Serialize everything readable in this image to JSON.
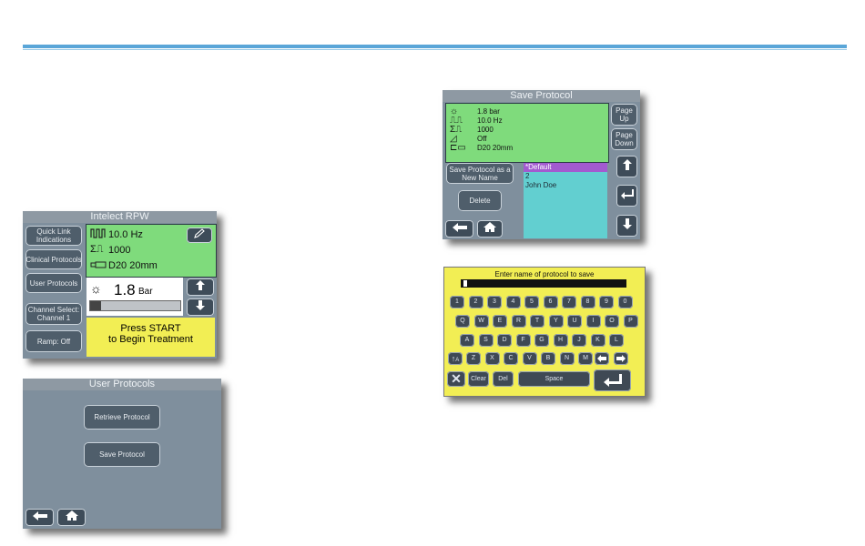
{
  "intelect": {
    "title": "Intelect RPW",
    "buttons": {
      "quick_link": "Quick Link Indications",
      "clinical": "Clinical Protocols",
      "user": "User Protocols",
      "channel_select": "Channel Select: Channel 1",
      "ramp": "Ramp: Off"
    },
    "freq": "10.0 Hz",
    "pulses": "1000",
    "transmitter": "D20 20mm",
    "pressure_value": "1.8",
    "pressure_unit": "Bar",
    "message_line1": "Press START",
    "message_line2": "to Begin Treatment"
  },
  "user_protocols": {
    "title": "User Protocols",
    "retrieve": "Retrieve Protocol",
    "save": "Save Protocol"
  },
  "save_protocol": {
    "title": "Save Protocol",
    "params": [
      "1.8 bar",
      "10.0 Hz",
      "1000",
      "Off",
      "D20 20mm"
    ],
    "page_up": "Page Up",
    "page_down": "Page Down",
    "save_new": "Save Protocol as a New Name",
    "delete": "Delete",
    "list": [
      "*Default",
      "2",
      "John Doe"
    ]
  },
  "keyboard": {
    "prompt": "Enter name of protocol to save",
    "row1": [
      "1",
      "2",
      "3",
      "4",
      "5",
      "6",
      "7",
      "8",
      "9",
      "0"
    ],
    "row2": [
      "Q",
      "W",
      "E",
      "R",
      "T",
      "Y",
      "U",
      "I",
      "O",
      "P"
    ],
    "row3": [
      "A",
      "S",
      "D",
      "F",
      "G",
      "H",
      "J",
      "K",
      "L"
    ],
    "row4": [
      "Z",
      "X",
      "C",
      "V",
      "B",
      "N",
      "M"
    ],
    "shift": "A",
    "clear": "Clear",
    "del": "Del",
    "space": "Space"
  },
  "colors": {
    "panel": "#7f8f9d",
    "green": "#7fdb7c",
    "yellow": "#f2ee54",
    "list": "#62cfd0",
    "selected": "#a35ad0",
    "accent_line": "#5aa6d8"
  },
  "icons": [
    "square-wave-icon",
    "sum-pulse-icon",
    "transmitter-icon",
    "sun-icon",
    "pencil-icon",
    "arrow-up-icon",
    "arrow-down-icon",
    "back-arrow-icon",
    "home-icon",
    "enter-icon",
    "close-x-icon"
  ]
}
